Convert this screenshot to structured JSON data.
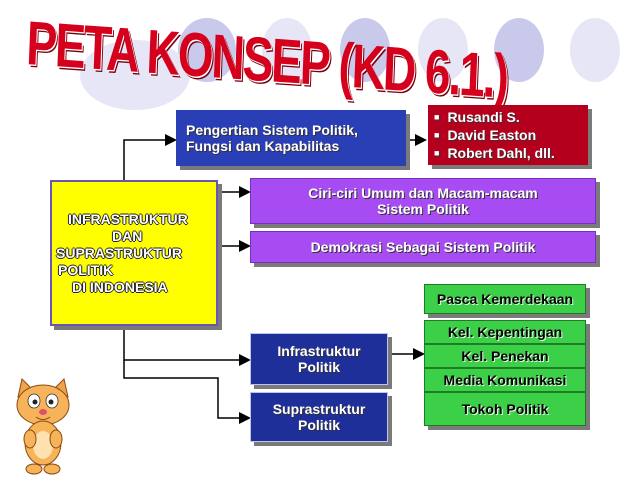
{
  "title": "PETA KONSEP (KD 6.1.)",
  "nodes": {
    "main": [
      "INFRASTRUKTUR",
      "DAN",
      "SUPRASTRUKTUR",
      "POLITIK",
      "DI INDONESIA"
    ],
    "pengertian": [
      "Pengertian Sistem Politik,",
      "Fungsi dan Kapabilitas"
    ],
    "tokoh": [
      "Rusandi S.",
      "David Easton",
      "Robert Dahl, dll."
    ],
    "ciri": [
      "Ciri-ciri Umum dan Macam-macam",
      "Sistem Politik"
    ],
    "demokrasi": "Demokrasi Sebagai Sistem Politik",
    "infrastruktur": [
      "Infrastruktur",
      "Politik"
    ],
    "suprastruktur": [
      "Suprastruktur",
      "Politik"
    ],
    "pasca": "Pasca Kemerdekaan",
    "infra_list": [
      "Kel. Kepentingan",
      "Kel. Penekan",
      "Media Komunikasi",
      "Tokoh Politik"
    ]
  },
  "colors": {
    "title": "#d4001c",
    "main_box": "#ffff00",
    "blue_box": "#2a3fb5",
    "red_box": "#b4001c",
    "purple_box": "#a64cf2",
    "navy_box": "#1f2f99",
    "green_box": "#3ccf48",
    "circle": "#c8c8ea"
  },
  "decorations": [
    "circle-decoration",
    "cartoon-cat-icon"
  ]
}
